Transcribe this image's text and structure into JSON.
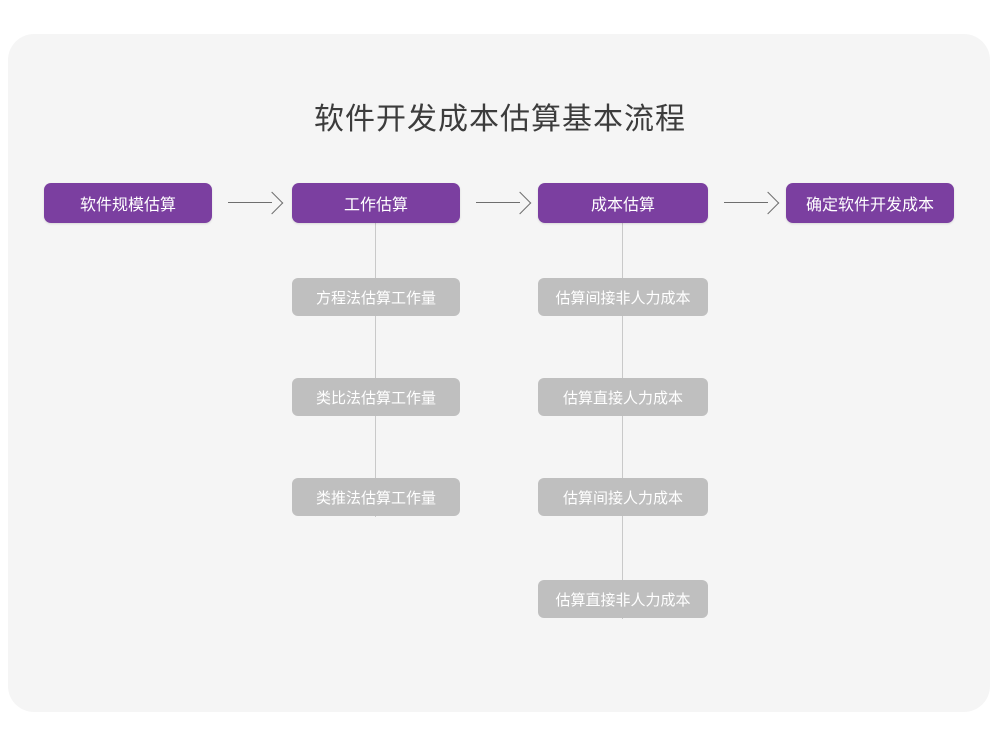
{
  "diagram": {
    "title": "软件开发成本估算基本流程",
    "type": "flowchart",
    "colors": {
      "canvas": "#ffffff",
      "card": "#f5f5f5",
      "primary_node": "#7b3fa0",
      "secondary_node": "#bfbfbf",
      "connector": "#c9c9c9",
      "arrow": "#6e6e6e",
      "title_text": "#3c3c3c",
      "node_text": "#ffffff"
    },
    "main_flow": [
      {
        "label": "软件规模估算"
      },
      {
        "label": "工作估算"
      },
      {
        "label": "成本估算"
      },
      {
        "label": "确定软件开发成本"
      }
    ],
    "arrows": [
      {
        "glyph": "→"
      },
      {
        "glyph": "→"
      },
      {
        "glyph": "→"
      }
    ],
    "sub_flows": [
      {
        "parent": "工作估算",
        "items": [
          {
            "label": "方程法估算工作量"
          },
          {
            "label": "类比法估算工作量"
          },
          {
            "label": "类推法估算工作量"
          }
        ]
      },
      {
        "parent": "成本估算",
        "items": [
          {
            "label": "估算间接非人力成本"
          },
          {
            "label": "估算直接人力成本"
          },
          {
            "label": "估算间接人力成本"
          },
          {
            "label": "估算直接非人力成本"
          }
        ]
      }
    ]
  }
}
